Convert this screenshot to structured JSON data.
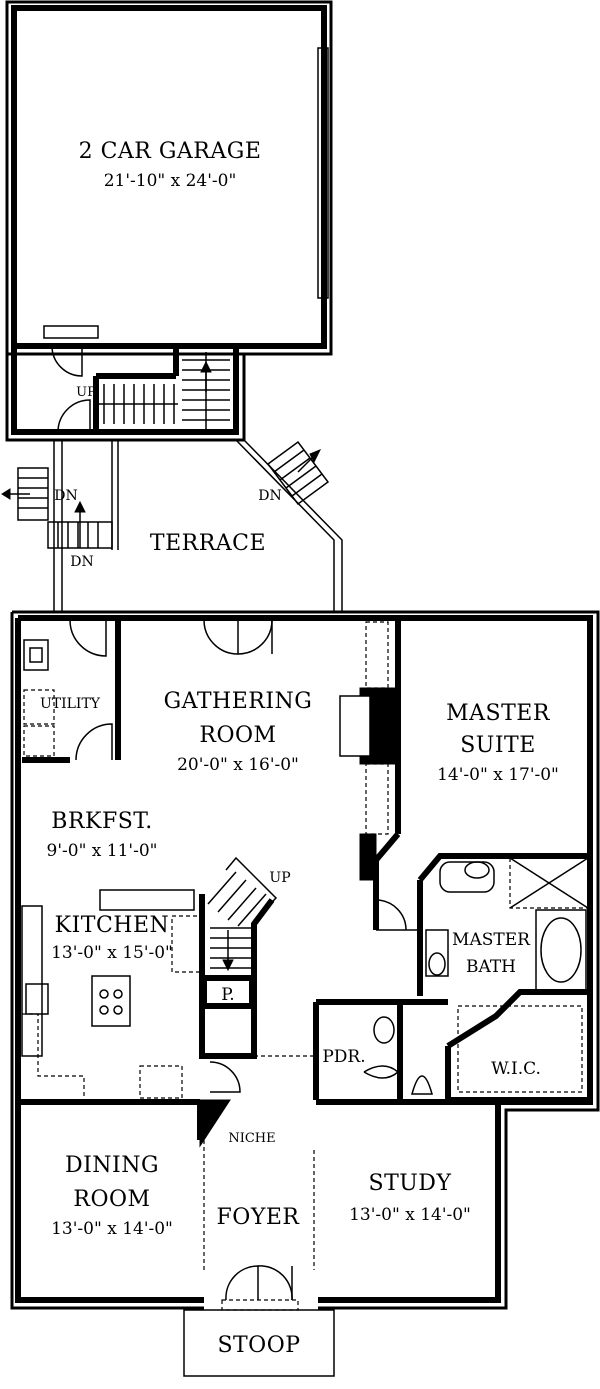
{
  "plan": {
    "garage": {
      "name": "2 CAR GARAGE",
      "dims": "21'-10\" x 24'-0\""
    },
    "terrace": {
      "name": "TERRACE"
    },
    "gathering_room": {
      "name_line1": "GATHERING",
      "name_line2": "ROOM",
      "dims": "20'-0\" x 16'-0\""
    },
    "master_suite": {
      "name_line1": "MASTER",
      "name_line2": "SUITE",
      "dims": "14'-0\" x 17'-0\""
    },
    "utility": {
      "name": "UTILITY"
    },
    "breakfast": {
      "name": "BRKFST.",
      "dims": "9'-0\" x 11'-0\""
    },
    "kitchen": {
      "name": "KITCHEN",
      "dims": "13'-0\" x 15'-0\""
    },
    "master_bath": {
      "name_line1": "MASTER",
      "name_line2": "BATH"
    },
    "pantry": {
      "name": "P."
    },
    "powder": {
      "name": "PDR."
    },
    "wic": {
      "name": "W.I.C."
    },
    "niche": {
      "name": "NICHE"
    },
    "dining_room": {
      "name_line1": "DINING",
      "name_line2": "ROOM",
      "dims": "13'-0\" x 14'-0\""
    },
    "foyer": {
      "name": "FOYER"
    },
    "study": {
      "name": "STUDY",
      "dims": "13'-0\" x 14'-0\""
    },
    "stoop": {
      "name": "STOOP"
    },
    "stair_labels": {
      "up_garage": "UP",
      "up_main": "UP",
      "dn_left_top": "DN",
      "dn_left_bottom": "DN",
      "dn_right": "DN"
    }
  }
}
